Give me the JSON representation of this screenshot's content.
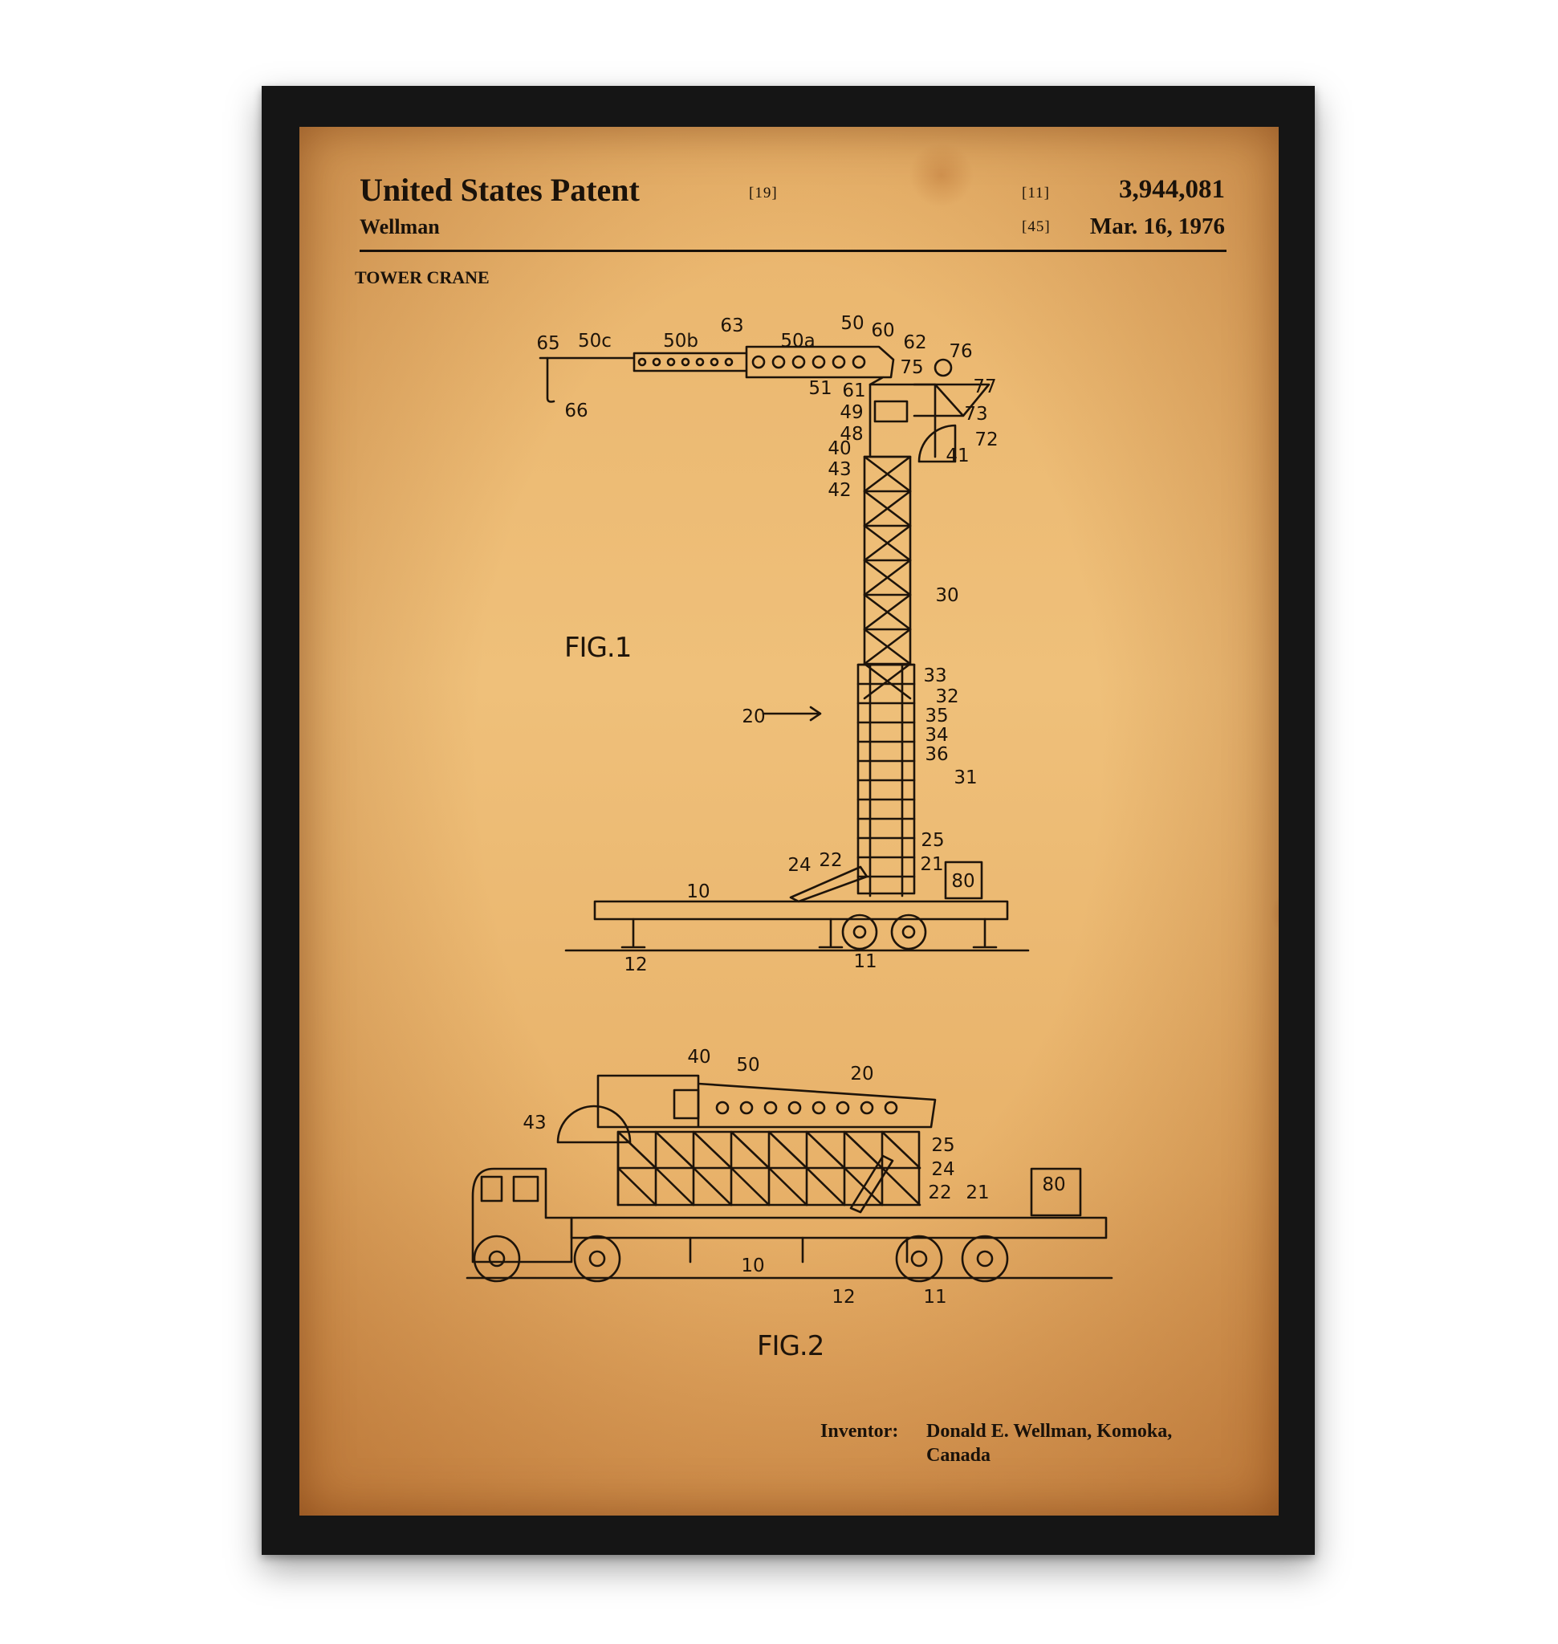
{
  "header": {
    "title": "United States Patent",
    "title_code": "[19]",
    "number_code": "[11]",
    "patent_number": "3,944,081",
    "assignee": "Wellman",
    "date_code": "[45]",
    "date": "Mar. 16, 1976",
    "invention_title": "TOWER CRANE"
  },
  "figures": {
    "fig1": {
      "label": "FIG.1",
      "refs": [
        "65",
        "50c",
        "50b",
        "63",
        "50a",
        "50",
        "60",
        "62",
        "76",
        "75",
        "77",
        "51",
        "61",
        "73",
        "49",
        "48",
        "72",
        "40",
        "41",
        "43",
        "42",
        "66",
        "30",
        "33",
        "32",
        "35",
        "34",
        "36",
        "31",
        "20",
        "25",
        "24",
        "22",
        "21",
        "10",
        "80",
        "12",
        "11"
      ]
    },
    "fig2": {
      "label": "FIG.2",
      "refs": [
        "40",
        "50",
        "20",
        "43",
        "25",
        "24",
        "22",
        "21",
        "80",
        "10",
        "12",
        "11"
      ]
    }
  },
  "footer": {
    "inventor_label": "Inventor:",
    "inventor_line1": "Donald E. Wellman, Komoka,",
    "inventor_line2": "Canada"
  },
  "colors": {
    "frame": "#151515",
    "paper": "#e9b46c",
    "ink": "#1e140a"
  }
}
